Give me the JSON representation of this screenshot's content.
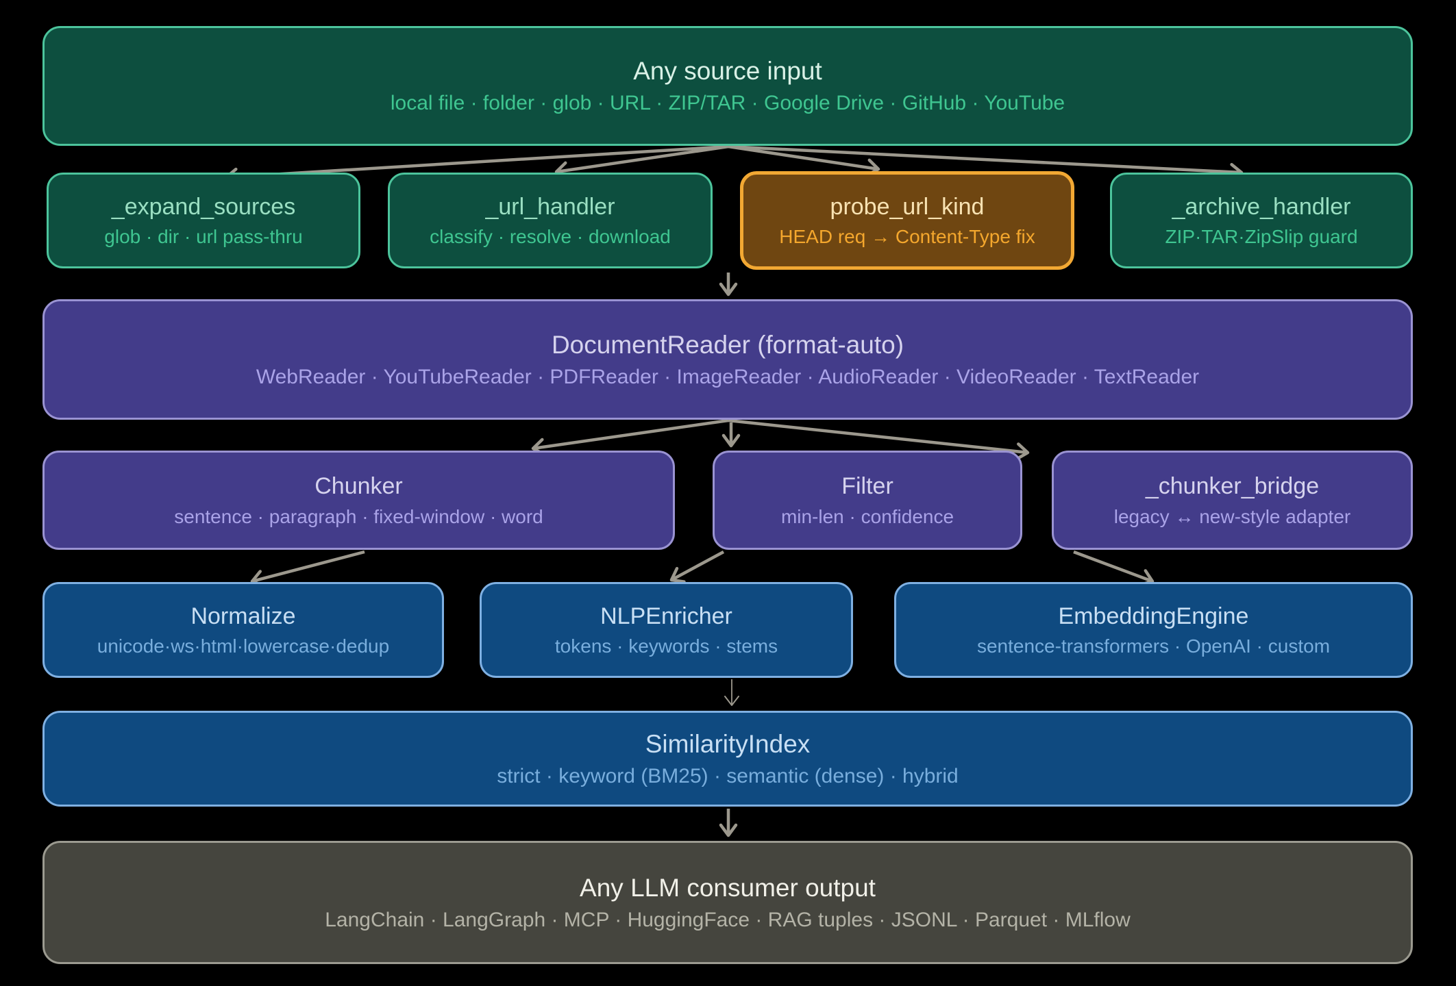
{
  "nodes": {
    "source": {
      "title": "Any source input",
      "subtitle": "local file · folder · glob · URL · ZIP/TAR · Google Drive · GitHub · YouTube"
    },
    "expand_sources": {
      "title": "_expand_sources",
      "subtitle": "glob · dir · url pass-thru"
    },
    "url_handler": {
      "title": "_url_handler",
      "subtitle": "classify · resolve · download"
    },
    "probe_url_kind": {
      "title": "probe_url_kind",
      "subtitle": "HEAD req → Content-Type fix"
    },
    "archive_handler": {
      "title": "_archive_handler",
      "subtitle": "ZIP·TAR·ZipSlip guard"
    },
    "document_reader": {
      "title": "DocumentReader (format-auto)",
      "subtitle": "WebReader · YouTubeReader · PDFReader · ImageReader · AudioReader · VideoReader · TextReader"
    },
    "chunker": {
      "title": "Chunker",
      "subtitle": "sentence · paragraph · fixed-window · word"
    },
    "filter": {
      "title": "Filter",
      "subtitle": "min-len · confidence"
    },
    "chunker_bridge": {
      "title": "_chunker_bridge",
      "subtitle": "legacy ↔ new-style adapter"
    },
    "normalize": {
      "title": "Normalize",
      "subtitle": "unicode·ws·html·lowercase·dedup"
    },
    "nlp_enricher": {
      "title": "NLPEnricher",
      "subtitle": "tokens · keywords · stems"
    },
    "embedding_engine": {
      "title": "EmbeddingEngine",
      "subtitle": "sentence-transformers · OpenAI · custom"
    },
    "similarity_index": {
      "title": "SimilarityIndex",
      "subtitle": "strict · keyword (BM25) · semantic (dense) · hybrid"
    },
    "output": {
      "title": "Any LLM consumer output",
      "subtitle": "LangChain · LangGraph · MCP · HuggingFace · RAG tuples · JSONL · Parquet · MLflow"
    }
  },
  "edges": [
    {
      "from": "source",
      "to": "expand_sources"
    },
    {
      "from": "source",
      "to": "url_handler"
    },
    {
      "from": "source",
      "to": "probe_url_kind"
    },
    {
      "from": "source",
      "to": "archive_handler"
    },
    {
      "from": "handlers_row",
      "to": "document_reader"
    },
    {
      "from": "document_reader",
      "to": "chunker"
    },
    {
      "from": "document_reader",
      "to": "filter"
    },
    {
      "from": "document_reader",
      "to": "chunker_bridge"
    },
    {
      "from": "chunker",
      "to": "normalize"
    },
    {
      "from": "filter",
      "to": "nlp_enricher"
    },
    {
      "from": "chunker_bridge",
      "to": "embedding_engine"
    },
    {
      "from": "nlp_enricher",
      "to": "similarity_index"
    },
    {
      "from": "similarity_index",
      "to": "output"
    }
  ],
  "colors": {
    "green-fill": "#0d4f3f",
    "green-border": "#4cc49c",
    "green-title": "#9adfc2",
    "green-title-big": "#d9f1e6",
    "green-sub": "#3fc691",
    "orange-fill": "#6f4611",
    "orange-border": "#f2a833",
    "orange-title": "#f8e2b2",
    "orange-sub": "#f4a72d",
    "purple-fill": "#433c8a",
    "purple-border": "#9a93d2",
    "purple-title": "#d6d3ee",
    "purple-sub": "#aaa3e8",
    "blue-fill": "#0f4a80",
    "blue-border": "#7fb0e2",
    "blue-title": "#c8dff4",
    "blue-sub": "#79aedd",
    "gray-fill": "#45453e",
    "gray-border": "#9b9a90",
    "gray-title": "#f1f0e8",
    "gray-sub": "#b4b3a7",
    "arrow": "#9c988d",
    "background": "#000000"
  }
}
